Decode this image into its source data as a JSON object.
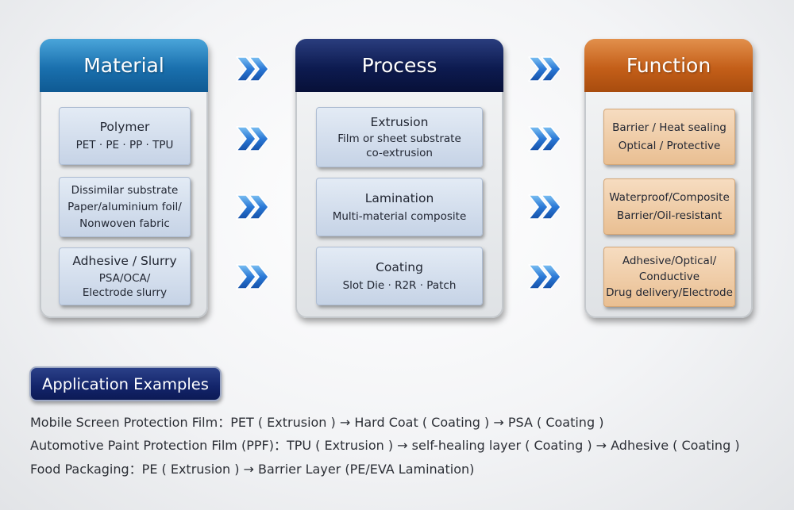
{
  "columns": {
    "material": {
      "title": "Material",
      "cards": [
        {
          "line1": "Polymer",
          "line2": "PET · PE · PP · TPU"
        },
        {
          "line1": "Dissimilar substrate",
          "line2": "Paper/aluminium foil/",
          "line3": "Nonwoven fabric"
        },
        {
          "line1": "Adhesive / Slurry",
          "line2": "PSA/OCA/",
          "line3": "Electrode slurry"
        }
      ]
    },
    "process": {
      "title": "Process",
      "cards": [
        {
          "line1": "Extrusion",
          "line2": "Film or sheet substrate",
          "line3": "co-extrusion"
        },
        {
          "line1": "Lamination",
          "line2": "Multi-material composite"
        },
        {
          "line1": "Coating",
          "line2": "Slot Die · R2R · Patch"
        }
      ]
    },
    "function": {
      "title": "Function",
      "cards": [
        {
          "line1": "Barrier / Heat sealing",
          "line2": "Optical / Protective"
        },
        {
          "line1": "Waterproof/Composite",
          "line2": "Barrier/Oil-resistant"
        },
        {
          "line1": "Adhesive/Optical/",
          "line2": "Conductive",
          "line3": "Drug delivery/Electrode"
        }
      ]
    }
  },
  "applications": {
    "title": "Application Examples",
    "lines": [
      "Mobile Screen Protection Film：PET ( Extrusion ) → Hard Coat ( Coating ) → PSA ( Coating )",
      "Automotive Paint Protection Film (PPF)：TPU ( Extrusion ) → self-healing layer ( Coating ) → Adhesive ( Coating )",
      "Food Packaging：PE ( Extrusion ) → Barrier Layer (PE/EVA Lamination)"
    ]
  },
  "colors": {
    "material_header": "#1a70ae",
    "process_header": "#0d1b50",
    "function_header": "#c45f19",
    "arrow": "#2a6fd0"
  },
  "icons": {
    "arrow": "double-chevron-right-icon"
  }
}
